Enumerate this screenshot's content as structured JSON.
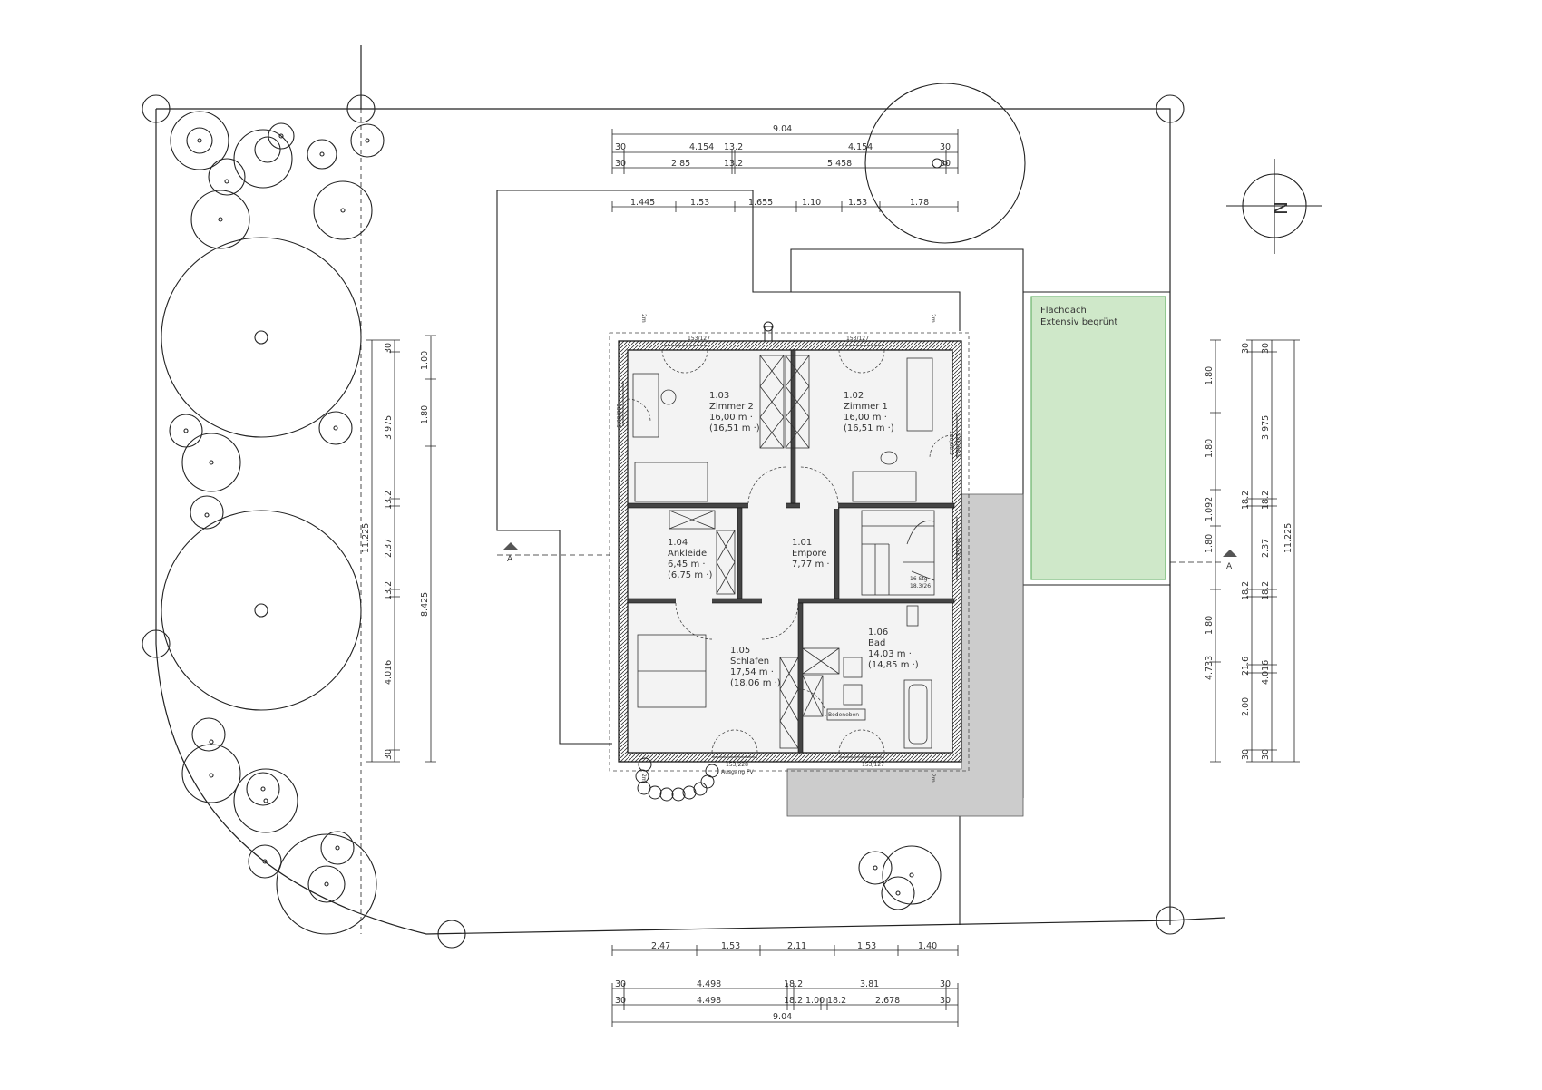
{
  "rooms": {
    "r103": {
      "number": "1.03",
      "name": "Zimmer 2",
      "area": "16,00 m ·",
      "area2": "(16,51 m ·)"
    },
    "r102": {
      "number": "1.02",
      "name": "Zimmer 1",
      "area": "16,00 m ·",
      "area2": "(16,51 m ·)"
    },
    "r104": {
      "number": "1.04",
      "name": "Ankleide",
      "area": "6,45 m ·",
      "area2": "(6,75 m ·)"
    },
    "r101": {
      "number": "1.01",
      "name": "Empore",
      "area": "7,77 m ·"
    },
    "r105": {
      "number": "1.05",
      "name": "Schlafen",
      "area": "17,54 m ·",
      "area2": "(18,06 m ·)"
    },
    "r106": {
      "number": "1.06",
      "name": "Bad",
      "area": "14,03 m ·",
      "area2": "(14,85 m ·)"
    }
  },
  "roof": {
    "line1": "Flachdach",
    "line2": "Extensiv begrünt"
  },
  "section_marker": "A",
  "north": "N",
  "dims_top": {
    "total": "9.04",
    "row1": [
      "30",
      "4.154",
      "13.2",
      "4.154",
      "30"
    ],
    "row2": [
      "30",
      "2.85",
      "13.2",
      "5.458",
      "30"
    ],
    "row3": [
      "1.445",
      "1.53",
      "1.655",
      "1.10",
      "1.53",
      "1.78"
    ]
  },
  "dims_bottom": {
    "row1": [
      "2.47",
      "1.53",
      "2.11",
      "1.53",
      "1.40"
    ],
    "row2": [
      "30",
      "4.498",
      "18.2",
      "3.81",
      "30"
    ],
    "row3": [
      "30",
      "4.498",
      "18.2",
      "1.00",
      "18.2",
      "2.678",
      "30"
    ],
    "total": "9.04"
  },
  "dims_left": {
    "outer": "11.225",
    "chain": [
      "30",
      "3.975",
      "13.2",
      "2.37",
      "13.2",
      "4.016",
      "30"
    ],
    "inner": [
      "1.00",
      "1.80",
      "8.425"
    ]
  },
  "dims_right": {
    "outer": "11.225",
    "chain": [
      "30",
      "3.975",
      "18.2",
      "2.37",
      "18.2",
      "4.016",
      "30"
    ],
    "chain2": [
      "30",
      "18.2",
      "18.2",
      "21.6",
      "30"
    ],
    "inner": [
      "1.80",
      "1.80",
      "1.092",
      "1.80",
      "1.80",
      "2.00",
      "4.733"
    ]
  },
  "window_labels": [
    "153/127",
    "153/127",
    "153/127",
    "153/228",
    "Ausgang FV"
  ],
  "side_labels": [
    "180/68.5",
    "180/68.5",
    "180/68.5",
    "180/68.5"
  ],
  "stair_labels": [
    "16 Stg",
    "18.3/26"
  ],
  "small_labels": [
    "2m",
    "2m",
    "2m",
    "2m",
    "Bodeneben"
  ],
  "colors": {
    "roof_fill": "#cfe8c9",
    "roof_stroke": "#6ab36b",
    "terrace_fill": "#cccccc",
    "line": "#222222"
  }
}
